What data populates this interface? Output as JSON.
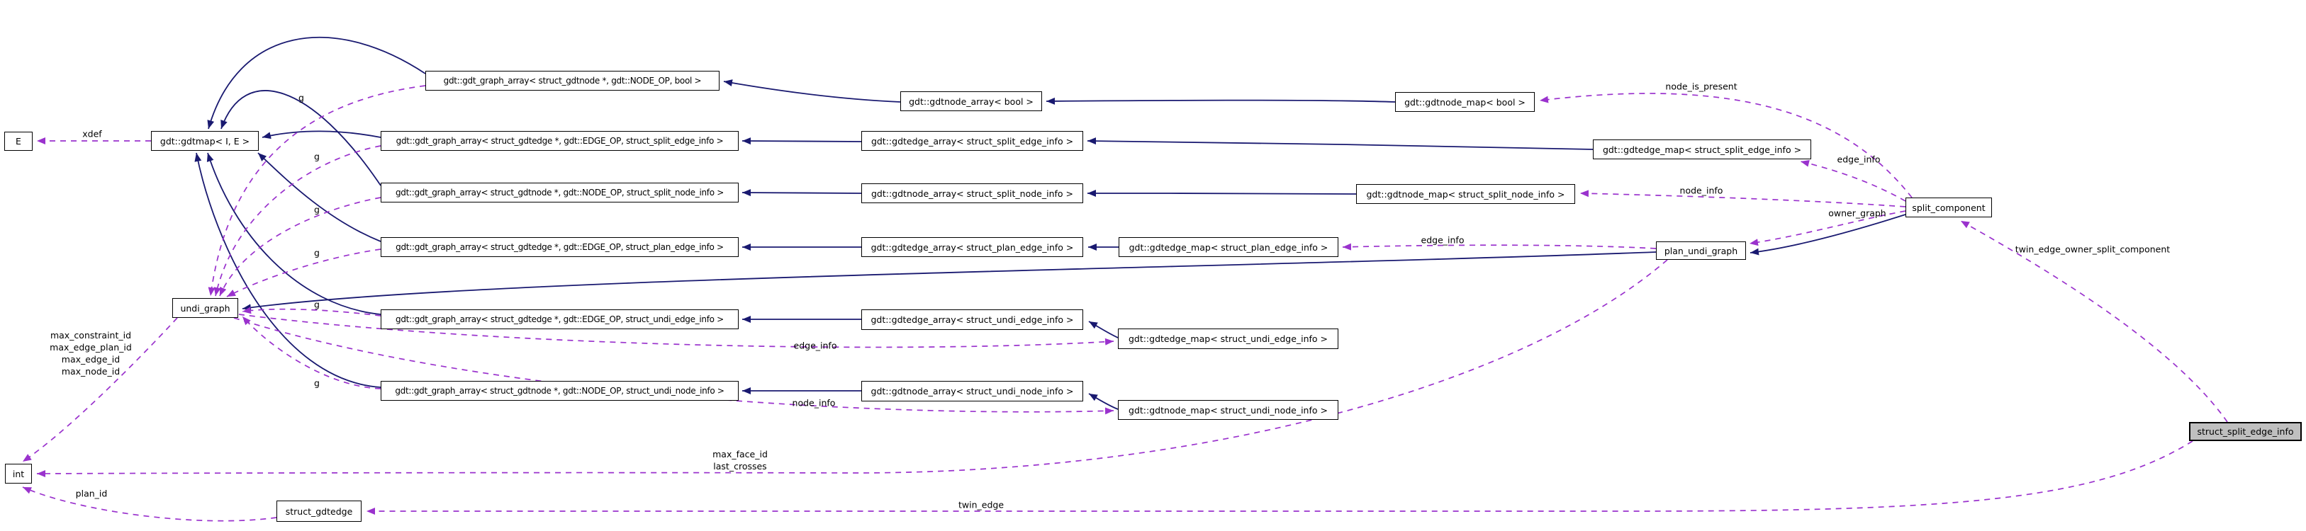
{
  "nodes": {
    "e": "E",
    "gdtmap": "gdt::gdtmap< I, E >",
    "ga_bool": "gdt::gdt_graph_array< struct_gdtnode *, gdt::NODE_OP, bool >",
    "ga_split_edge": "gdt::gdt_graph_array< struct_gdtedge *, gdt::EDGE_OP, struct_split_edge_info >",
    "ga_split_node": "gdt::gdt_graph_array< struct_gdtnode *, gdt::NODE_OP, struct_split_node_info >",
    "ga_plan_edge": "gdt::gdt_graph_array< struct_gdtedge *, gdt::EDGE_OP, struct_plan_edge_info >",
    "ga_undi_edge": "gdt::gdt_graph_array< struct_gdtedge *, gdt::EDGE_OP, struct_undi_edge_info >",
    "ga_undi_node": "gdt::gdt_graph_array< struct_gdtnode *, gdt::NODE_OP, struct_undi_node_info >",
    "arr_bool": "gdt::gdtnode_array< bool >",
    "arr_split_edge": "gdt::gdtedge_array< struct_split_edge_info >",
    "arr_split_node": "gdt::gdtnode_array< struct_split_node_info >",
    "arr_plan_edge": "gdt::gdtedge_array< struct_plan_edge_info >",
    "arr_undi_edge": "gdt::gdtedge_array< struct_undi_edge_info >",
    "arr_undi_node": "gdt::gdtnode_array< struct_undi_node_info >",
    "map_bool": "gdt::gdtnode_map< bool >",
    "map_split_edge": "gdt::gdtedge_map< struct_split_edge_info >",
    "map_split_node": "gdt::gdtnode_map< struct_split_node_info >",
    "map_plan_edge": "gdt::gdtedge_map< struct_plan_edge_info >",
    "map_undi_edge": "gdt::gdtedge_map< struct_undi_edge_info >",
    "map_undi_node": "gdt::gdtnode_map< struct_undi_node_info >",
    "undi_graph": "undi_graph",
    "plan_undi_graph": "plan_undi_graph",
    "split_component": "split_component",
    "struct_split_edge_info": "struct_split_edge_info",
    "struct_gdtedge": "struct_gdtedge",
    "int_node": "int"
  },
  "edge_labels": {
    "xdef": "xdef",
    "g": "g",
    "edge_info": "edge_info",
    "node_info": "node_info",
    "node_is_present": "node_is_present",
    "owner_graph": "owner_graph",
    "twin_edge_owner_split_component": "twin_edge_owner_split_component",
    "twin_edge": "twin_edge",
    "plan_id": "plan_id",
    "max_ids": [
      "max_constraint_id",
      "max_edge_plan_id",
      "max_edge_id",
      "max_node_id"
    ],
    "max_face": [
      "max_face_id",
      "last_crosses"
    ]
  },
  "colors": {
    "inheritance": "#191970",
    "usage": "#9a32cd",
    "node_border": "#000000",
    "node_fill": "#ffffff",
    "current_node_fill": "#bfbfbf",
    "background": "#ffffff"
  }
}
